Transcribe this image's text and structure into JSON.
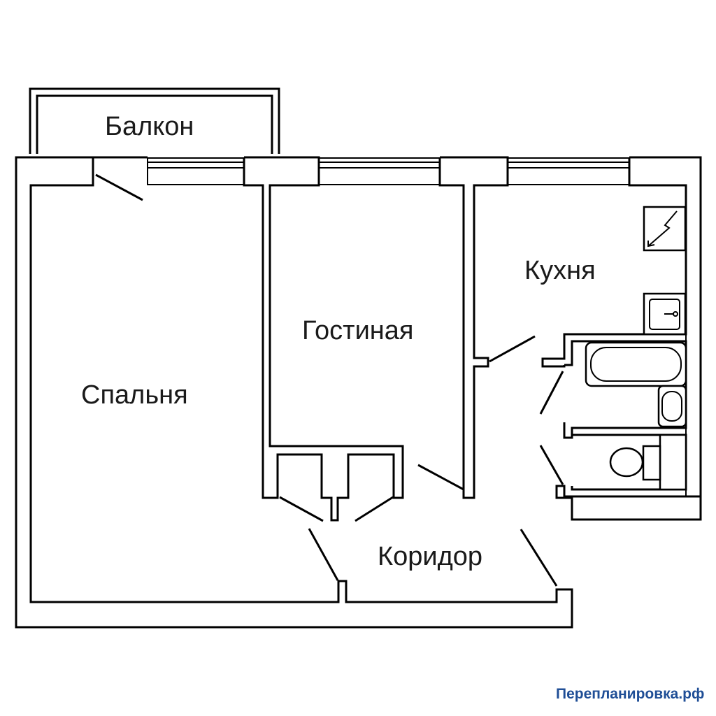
{
  "rooms": {
    "balcony": "Балкон",
    "kitchen": "Кухня",
    "living_room": "Гостиная",
    "bedroom": "Спальня",
    "corridor": "Коридор"
  },
  "watermark": "Перепланировка.рф",
  "colors": {
    "walls": "#000000",
    "labels": "#1a1a1a",
    "watermark": "#1f4e96",
    "background": "#ffffff"
  }
}
